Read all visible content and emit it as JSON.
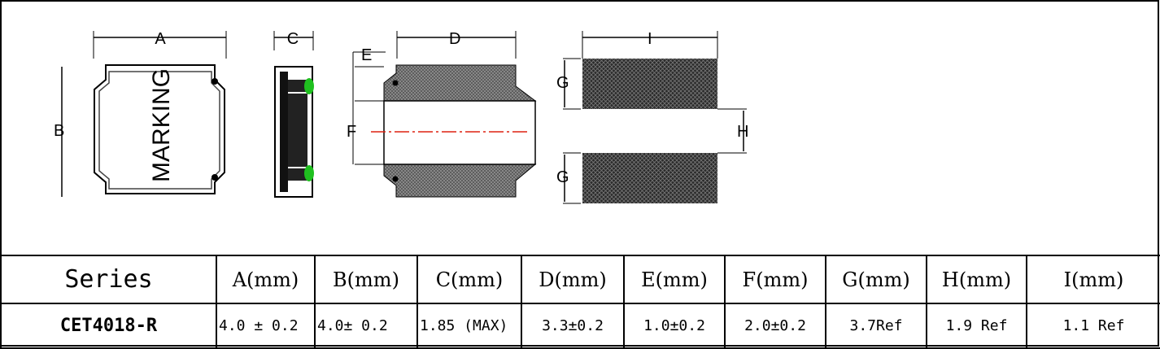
{
  "drawing": {
    "marking_text": "MARKING",
    "dim_labels": {
      "A": "A",
      "B": "B",
      "C": "C",
      "D": "D",
      "E": "E",
      "F": "F",
      "G": "G",
      "H": "H",
      "I": "I"
    }
  },
  "table": {
    "headers": [
      "Series",
      "A(mm)",
      "B(mm)",
      "C(mm)",
      "D(mm)",
      "E(mm)",
      "F(mm)",
      "G(mm)",
      "H(mm)",
      "I(mm)"
    ],
    "rows": [
      [
        "CET4018-R",
        "4.0 ± 0.2",
        "4.0± 0.2",
        "1.85 (MAX)",
        "3.3±0.2",
        "1.0±0.2",
        "2.0±0.2",
        "3.7Ref",
        "1.9 Ref",
        "1.1 Ref"
      ]
    ]
  }
}
